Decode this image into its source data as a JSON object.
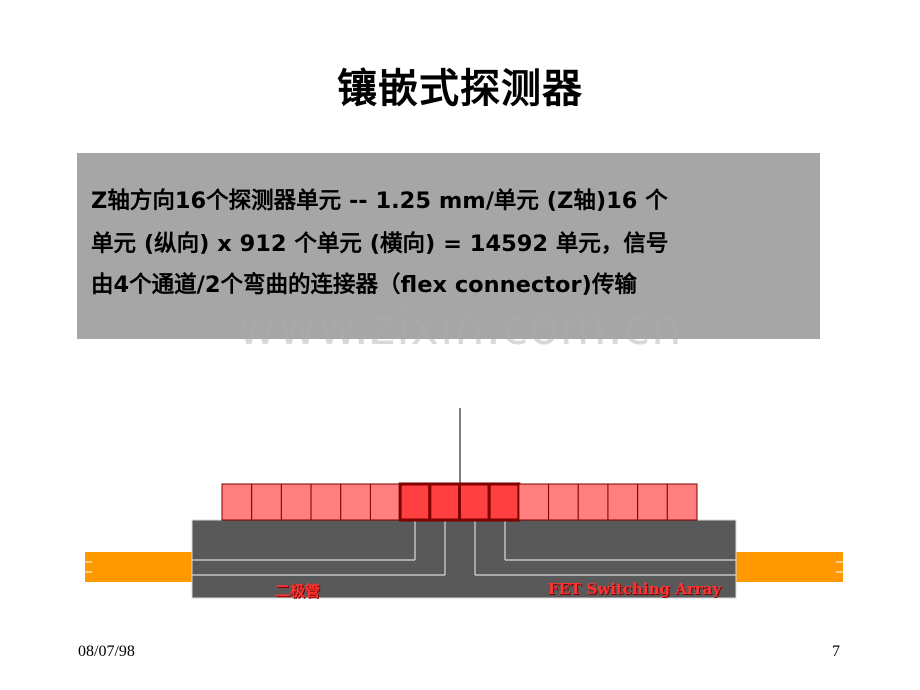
{
  "title": "镶嵌式探测器",
  "description": {
    "lines": [
      "Z轴方向16个探测器单元 -- 1.25 mm/单元 (Z轴)16 个",
      "单元 (纵向) x 912 个单元 (横向) = 14592 单元，信号",
      "由4个通道/2个弯曲的连接器（flex connector)传输"
    ]
  },
  "watermark": "www.zixin.com.cn",
  "diagram": {
    "diode_label": "二极管",
    "fet_label": "FET Switching Array",
    "cell_count": 16,
    "highlighted_cells": 4,
    "colors": {
      "cell_fill": "#ff7f7f",
      "cell_highlight": "#ff4040",
      "cell_border": "#800000",
      "array_body": "#595959",
      "connector": "#ff9900"
    }
  },
  "footer": {
    "date": "08/07/98",
    "page": "7"
  }
}
